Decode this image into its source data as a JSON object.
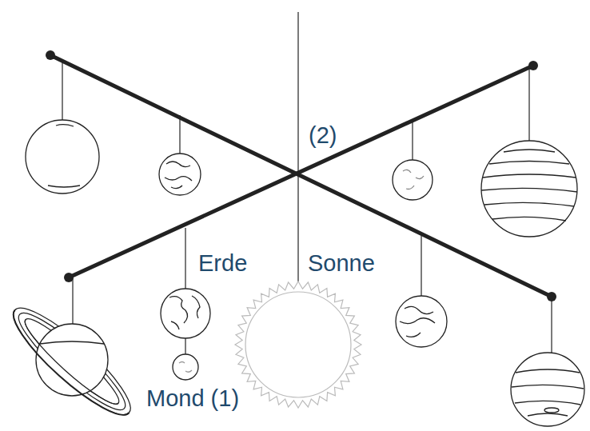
{
  "diagram": {
    "labels": [
      "(2)",
      "Erde",
      "Sonne",
      "Mond (1)"
    ]
  }
}
